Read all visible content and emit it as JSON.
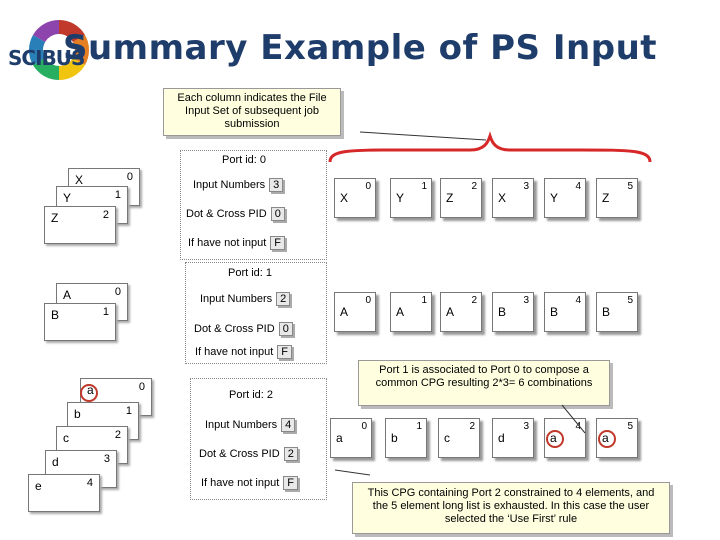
{
  "title": "Summary Example of PS Input",
  "logo": {
    "text": "SCIBUS"
  },
  "callouts": {
    "top": "Each column indicates the File Input Set of subsequent job submission",
    "mid": "Port 1 is associated to Port 0 to compose a common CPG resulting 2*3= 6 combinations",
    "bottom": "This CPG containing Port 2 constrained to 4 elements, and the 5 element long list is exhausted. In this case the user selected the ‘Use First’ rule"
  },
  "ports": [
    {
      "label": "Port id: 0",
      "input_numbers_label": "Input Numbers",
      "input_numbers": "3",
      "dot_cross_label": "Dot & Cross PID",
      "dot_cross": "0",
      "if_not_label": "If have not input",
      "if_not": "F",
      "stack": [
        {
          "letter": "X",
          "num": "0"
        },
        {
          "letter": "Y",
          "num": "1"
        },
        {
          "letter": "Z",
          "num": "2"
        }
      ],
      "row": [
        {
          "letter": "X",
          "num": "0"
        },
        {
          "letter": "Y",
          "num": "1"
        },
        {
          "letter": "Z",
          "num": "2"
        },
        {
          "letter": "X",
          "num": "3"
        },
        {
          "letter": "Y",
          "num": "4"
        },
        {
          "letter": "Z",
          "num": "5"
        }
      ]
    },
    {
      "label": "Port id: 1",
      "input_numbers_label": "Input Numbers",
      "input_numbers": "2",
      "dot_cross_label": "Dot & Cross PID",
      "dot_cross": "0",
      "if_not_label": "If have not input",
      "if_not": "F",
      "stack": [
        {
          "letter": "A",
          "num": "0"
        },
        {
          "letter": "B",
          "num": "1"
        }
      ],
      "row": [
        {
          "letter": "A",
          "num": "0"
        },
        {
          "letter": "A",
          "num": "1"
        },
        {
          "letter": "A",
          "num": "2"
        },
        {
          "letter": "B",
          "num": "3"
        },
        {
          "letter": "B",
          "num": "4"
        },
        {
          "letter": "B",
          "num": "5"
        }
      ]
    },
    {
      "label": "Port id: 2",
      "input_numbers_label": "Input Numbers",
      "input_numbers": "4",
      "dot_cross_label": "Dot & Cross PID",
      "dot_cross": "2",
      "if_not_label": "If have not input",
      "if_not": "F",
      "stack": [
        {
          "letter": "a",
          "num": "0"
        },
        {
          "letter": "b",
          "num": "1"
        },
        {
          "letter": "c",
          "num": "2"
        },
        {
          "letter": "d",
          "num": "3"
        },
        {
          "letter": "e",
          "num": "4"
        }
      ],
      "row": [
        {
          "letter": "a",
          "num": "0"
        },
        {
          "letter": "b",
          "num": "1"
        },
        {
          "letter": "c",
          "num": "2"
        },
        {
          "letter": "d",
          "num": "3"
        },
        {
          "letter": "a",
          "num": "4"
        },
        {
          "letter": "a",
          "num": "5"
        }
      ]
    }
  ],
  "colors": {
    "title": "#1f3d6b",
    "highlight": "#c0392b",
    "callout_bg": "#ffffe0"
  }
}
